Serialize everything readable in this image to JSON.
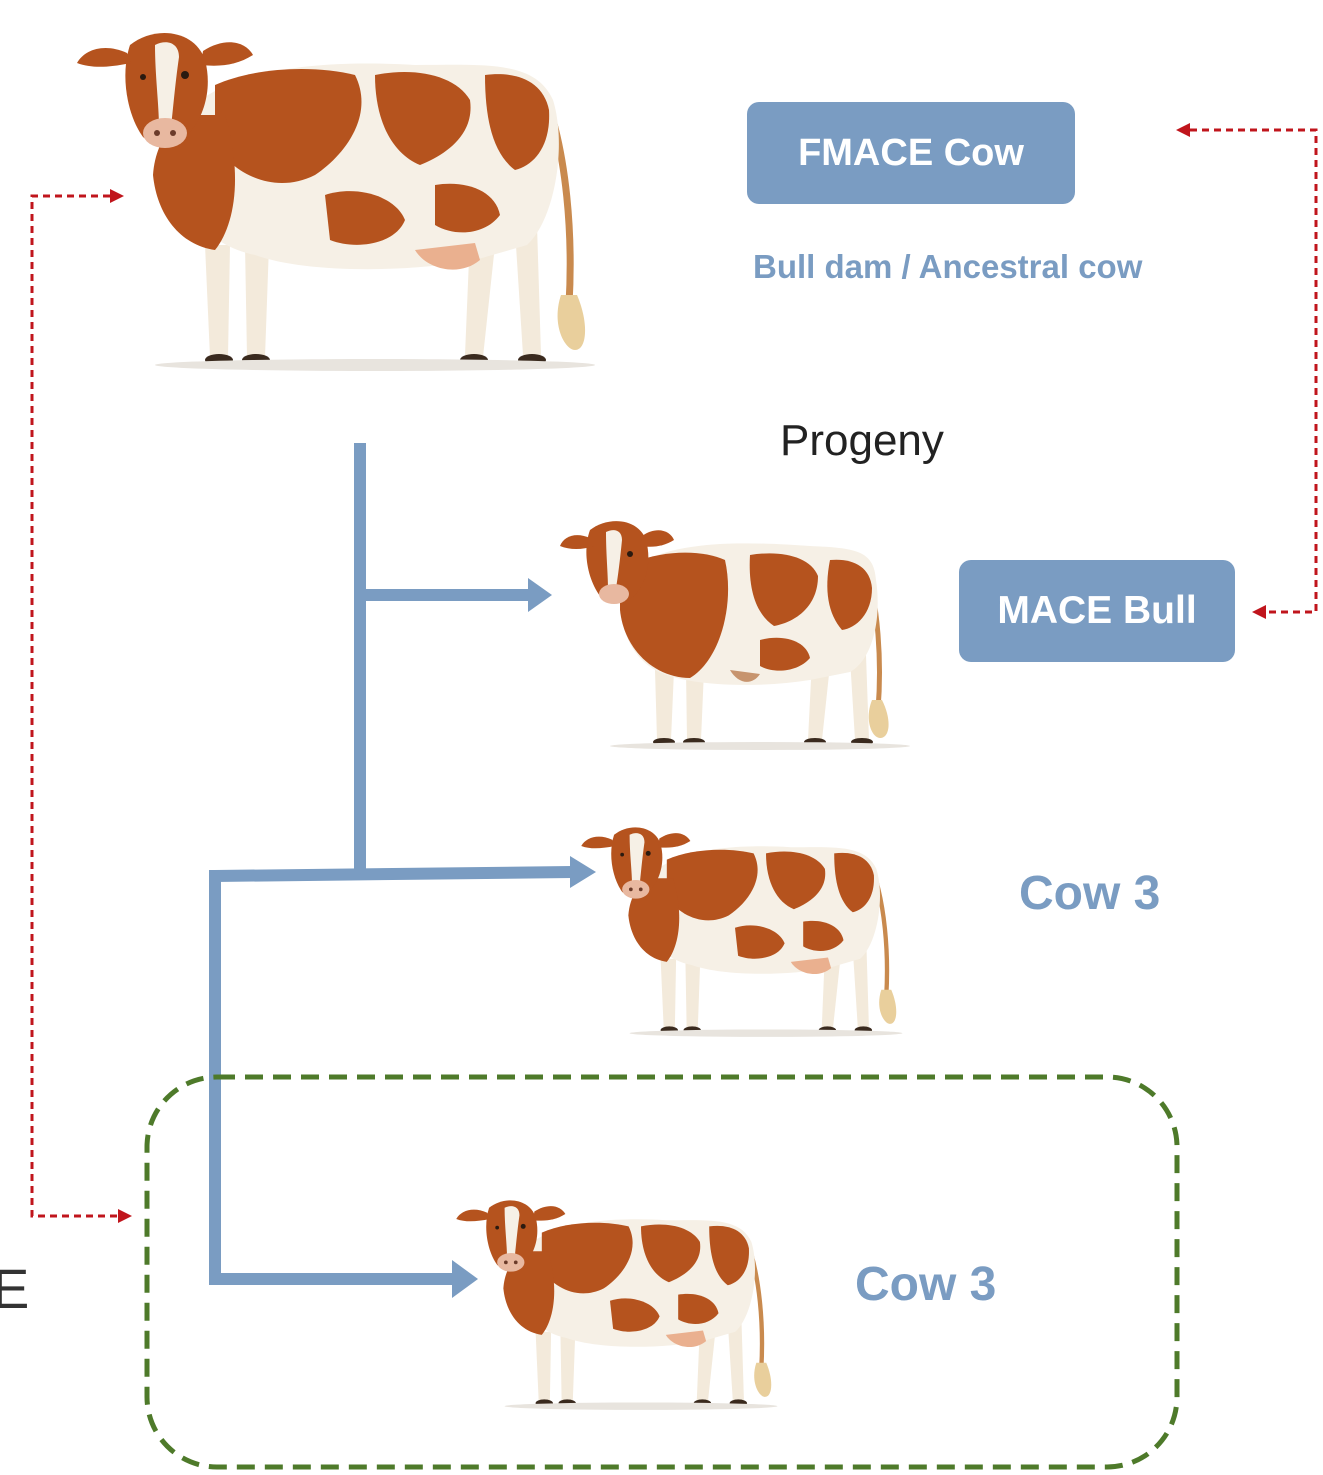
{
  "labels": {
    "fmace_cow": "FMACE Cow",
    "bull_dam": "Bull dam / Ancestral cow",
    "progeny": "Progeny",
    "mace_bull": "MACE Bull",
    "cow3_upper": "Cow 3",
    "cow3_lower": "Cow 3",
    "edge_glyph": "E"
  },
  "colors": {
    "box_fill": "#7a9cc2",
    "box_text": "#ffffff",
    "tree_lines": "#7a9cc2",
    "dashed_red": "#c0151c",
    "dashed_green": "#4e7a2a",
    "cow_body": "#b5531e",
    "cow_white": "#f6f0e6",
    "udder": "#eab08f"
  },
  "icons": [
    "cow-illustration",
    "bull-illustration",
    "arrow-head"
  ]
}
